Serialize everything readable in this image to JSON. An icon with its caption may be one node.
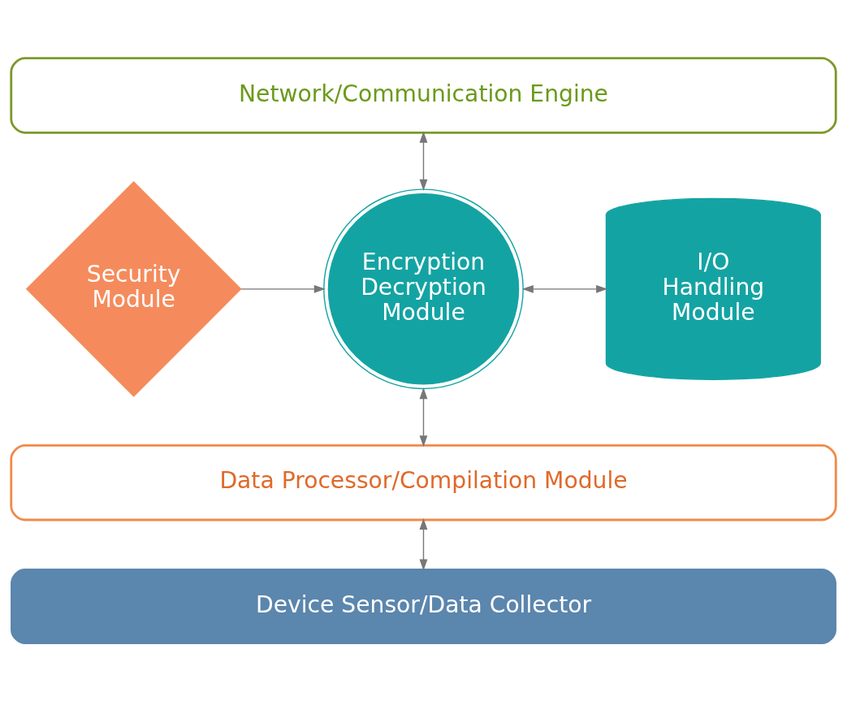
{
  "diagram": {
    "nodes": [
      {
        "text": [
          "Network/Communication Engine"
        ]
      },
      {
        "text": [
          "Security Module"
        ]
      },
      {
        "text": [
          "Encryption Decryption Module"
        ]
      },
      {
        "text": [
          "I/O Handling Module"
        ]
      },
      {
        "text": [
          "Data Processor/Compilation Module"
        ]
      },
      {
        "text": [
          "Device Sensor/Data Collector"
        ]
      }
    ],
    "edges": [
      {
        "from": 0,
        "to": 2,
        "arrow": "both"
      },
      {
        "from": 1,
        "to": 2,
        "arrow": "to"
      },
      {
        "from": 2,
        "to": 3,
        "arrow": "both"
      },
      {
        "from": 2,
        "to": 4,
        "arrow": "both"
      },
      {
        "from": 4,
        "to": 5,
        "arrow": "both"
      }
    ]
  }
}
